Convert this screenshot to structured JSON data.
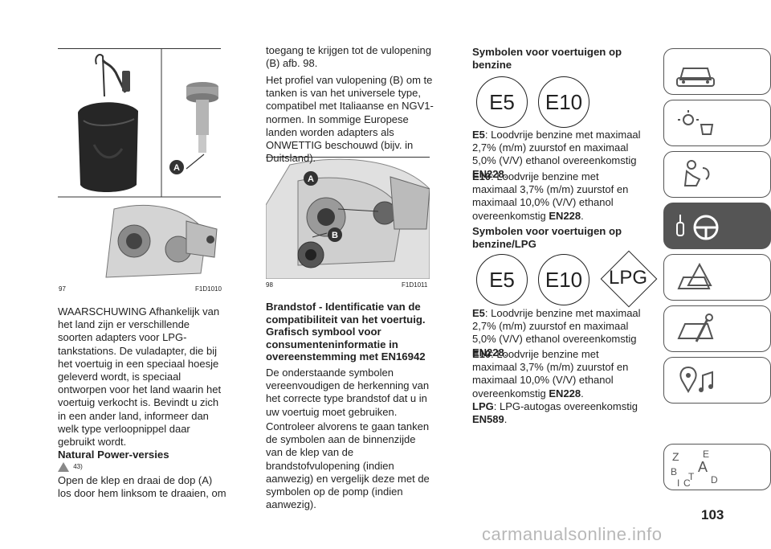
{
  "figures": [
    {
      "number": "97",
      "code": "F1D1010",
      "labels": [
        "A"
      ]
    },
    {
      "number": "98",
      "code": "F1D1011",
      "labels": [
        "A",
        "B"
      ]
    }
  ],
  "col1": {
    "warning_para": "WAARSCHUWING Afhankelijk van het land zijn er verschillende soorten adapters voor LPG-tankstations. De vuladapter, die bij het voertuig in een speciaal hoesje geleverd wordt, is speciaal ontworpen voor het land waarin het voertuig verkocht is. Bevindt u zich in een ander land, informeer dan welk type verloopnippel daar gebruikt wordt.",
    "heading": "Natural Power-versies",
    "ref": "43)",
    "para": "Open de klep en draai de dop (A) los door hem linksom te draaien, om"
  },
  "col2": {
    "para1": "toegang te krijgen tot de vulopening (B) afb. 98.",
    "para2": "Het profiel van vulopening (B) om te tanken is van het universele type, compatibel met Italiaanse en NGV1-normen. In sommige Europese landen worden adapters als ONWETTIG beschouwd (bijv. in Duitsland).",
    "heading": "Brandstof - Identificatie van de compatibiliteit van het voertuig. Grafisch symbool voor consumenteninformatie in overeenstemming met EN16942",
    "para3": "De onderstaande symbolen vereenvoudigen de herkenning van het correcte type brandstof dat u in uw voertuig moet gebruiken.",
    "para4": "Controleer alvorens te gaan tanken de symbolen aan de binnenzijde van de klep van de brandstofvulopening (indien aanwezig) en vergelijk deze met de symbolen op de pomp (indien aanwezig)."
  },
  "col3": {
    "heading1": "Symbolen voor voertuigen op benzine",
    "heading2": "Symbolen voor voertuigen op benzine/LPG",
    "symbols1": [
      "E5",
      "E10"
    ],
    "symbols2": [
      "E5",
      "E10",
      "LPG"
    ],
    "e5_label": "E5",
    "e5_text": ": Loodvrije benzine met maximaal 2,7% (m/m) zuurstof en maximaal 5,0% (V/V) ethanol overeenkomstig ",
    "e5_std": "EN228",
    "e10_label": "E10",
    "e10_text": ": Loodvrije benzine met maximaal 3,7% (m/m) zuurstof en maximaal 10,0% (V/V) ethanol overeenkomstig ",
    "e10_std": "EN228",
    "lpg_label": "LPG",
    "lpg_text": ": LPG-autogas overeenkomstig ",
    "lpg_std": "EN589",
    "period": "."
  },
  "tabs": [
    {
      "icon": "car-front-icon",
      "active": false
    },
    {
      "icon": "dashboard-lights-icon",
      "active": false
    },
    {
      "icon": "seat-airbag-icon",
      "active": false
    },
    {
      "icon": "key-steering-wheel-icon",
      "active": true
    },
    {
      "icon": "warning-triangle-car-icon",
      "active": false
    },
    {
      "icon": "service-wrench-icon",
      "active": false
    },
    {
      "icon": "location-music-icon",
      "active": false
    },
    {
      "icon": "alphabet-index-icon",
      "active": false
    }
  ],
  "index_letters": [
    "Z",
    "E",
    "A",
    "B",
    "C",
    "T",
    "D",
    "I"
  ],
  "page_number": "103",
  "watermark": "carmanualsonline.info"
}
